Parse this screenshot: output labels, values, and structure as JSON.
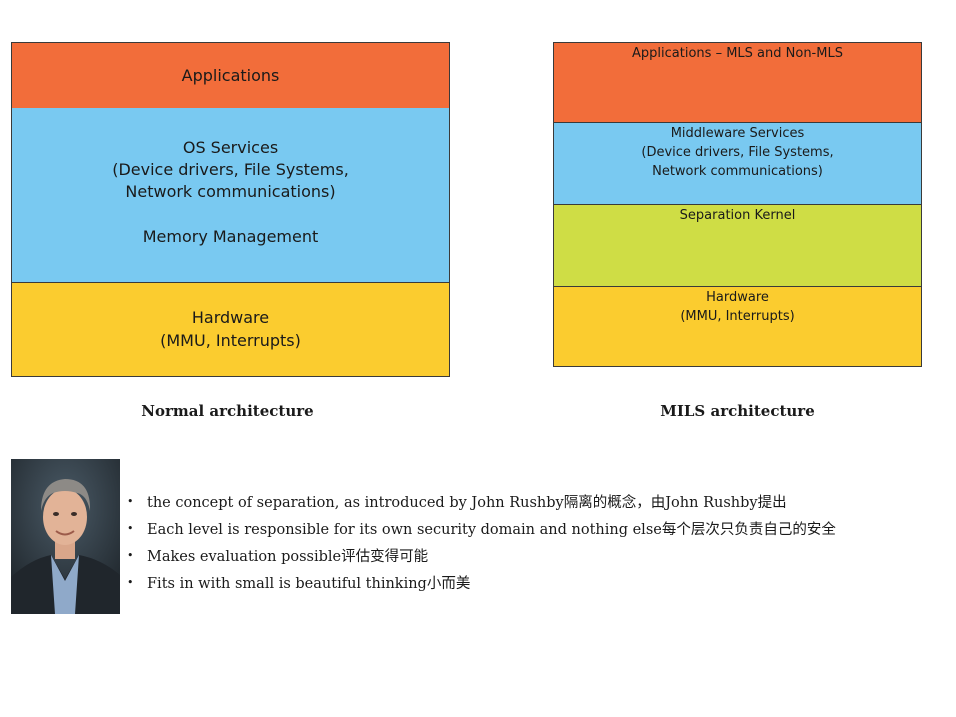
{
  "normal": {
    "applications": "Applications",
    "os_services": [
      "OS Services",
      "(Device drivers, File Systems,",
      "Network communications)"
    ],
    "memory": "Memory Management",
    "hardware": [
      "Hardware",
      "(MMU, Interrupts)"
    ],
    "caption": "Normal architecture"
  },
  "mils": {
    "applications": "Applications – MLS and Non-MLS",
    "middleware": [
      "Middleware Services",
      "(Device drivers, File Systems,",
      "Network communications)"
    ],
    "kernel": "Separation Kernel",
    "hardware": [
      "Hardware",
      "(MMU, Interrupts)"
    ],
    "caption": "MILS architecture"
  },
  "bullets": [
    "the concept of separation, as introduced by John Rushby隔离的概念，由John Rushby提出",
    "Each level is responsible for its own security domain and nothing else每个层次只负责自己的安全",
    "Makes evaluation possible评估变得可能",
    "Fits in with small is beautiful thinking小而美"
  ],
  "bullet_symbol": "•",
  "colors": {
    "applications": "#f26d3a",
    "services": "#79c9f1",
    "kernel": "#cfdd45",
    "hardware": "#fbcc2f"
  }
}
